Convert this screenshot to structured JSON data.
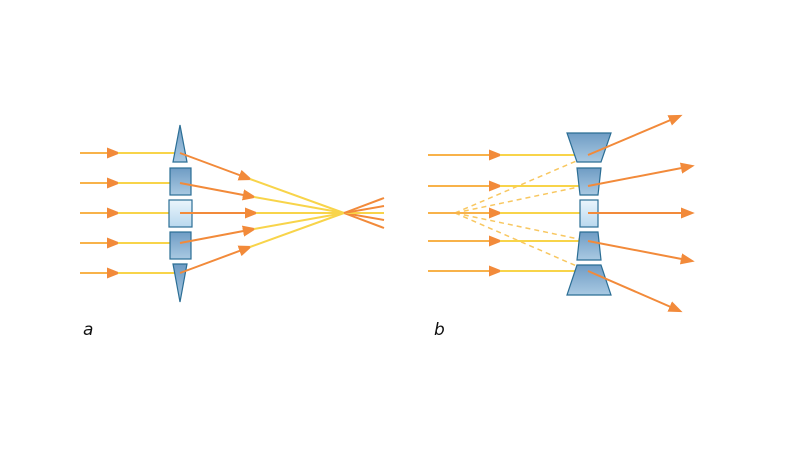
{
  "panels": {
    "a": {
      "label": "a",
      "lens": "converging"
    },
    "b": {
      "label": "b",
      "lens": "diverging"
    }
  },
  "colors": {
    "ray_warm": "#f28a3a",
    "ray_light": "#f8d44a",
    "lens_dark": "#6f9cc4",
    "lens_light": "#d9ecf8",
    "lens_stroke": "#2b6e95",
    "virtual_ray": "#f8c760"
  },
  "icons": [
    "arrow-marker-icon"
  ]
}
